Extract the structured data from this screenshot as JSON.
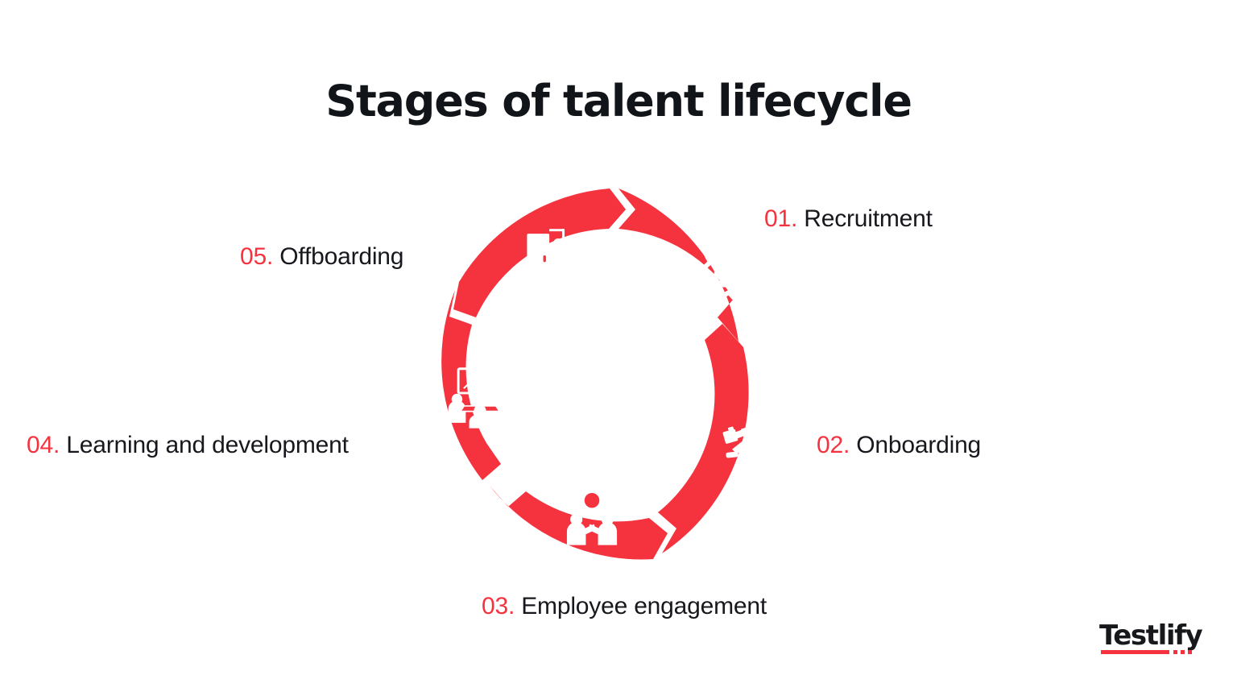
{
  "title": "Stages of talent lifecycle",
  "brand": {
    "name": "Testlify"
  },
  "colors": {
    "accent_red": "#F5333F",
    "text_dark": "#16181d",
    "background": "#FFFFFF",
    "icon_white": "#FFFFFF"
  },
  "chart_data": {
    "type": "pie",
    "title": "Stages of talent lifecycle",
    "subtype": "donut-cycle",
    "legend": "inline-radial",
    "segment_count": 5,
    "segment_value_each": 20,
    "categories": [
      "Recruitment",
      "Onboarding",
      "Employee engagement",
      "Learning and development",
      "Offboarding"
    ],
    "values": [
      20,
      20,
      20,
      20,
      20
    ],
    "labels": [
      "01. Recruitment",
      "02. Onboarding",
      "03. Employee engagement",
      "04. Learning and development",
      "05. Offboarding"
    ]
  },
  "stages": [
    {
      "number": "01.",
      "name": "Recruitment",
      "icon": "magnifier-person-search-icon",
      "position": "top-right"
    },
    {
      "number": "02.",
      "name": "Onboarding",
      "icon": "running-person-briefcase-icon",
      "position": "right"
    },
    {
      "number": "03.",
      "name": "Employee engagement",
      "icon": "two-people-gear-icon",
      "position": "bottom"
    },
    {
      "number": "04.",
      "name": "Learning and development",
      "icon": "classroom-training-icon",
      "position": "left"
    },
    {
      "number": "05.",
      "name": "Offboarding",
      "icon": "person-exit-door-icon",
      "position": "top-left"
    }
  ]
}
